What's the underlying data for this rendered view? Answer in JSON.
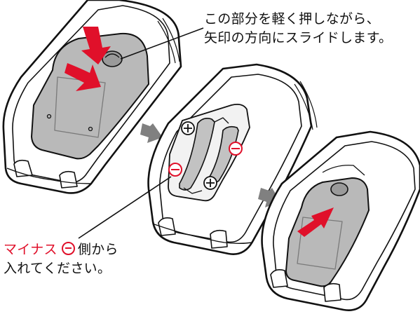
{
  "instructions": {
    "step1_line1": "この部分を軽く押しながら、",
    "step1_line2": "矢印の方向にスライドします。",
    "step2_red": "マイナス",
    "step2_rest": "側から",
    "step2_line2": "入れてください。"
  },
  "colors": {
    "accent_red": "#e0102a",
    "cover_gray": "#b9b9b9",
    "step_arrow_gray": "#808080",
    "outline": "#111111"
  },
  "icons": [
    "push-arrow-icon",
    "step-arrow-icon",
    "plus-polarity-icon",
    "minus-polarity-icon",
    "slide-arrow-icon"
  ]
}
